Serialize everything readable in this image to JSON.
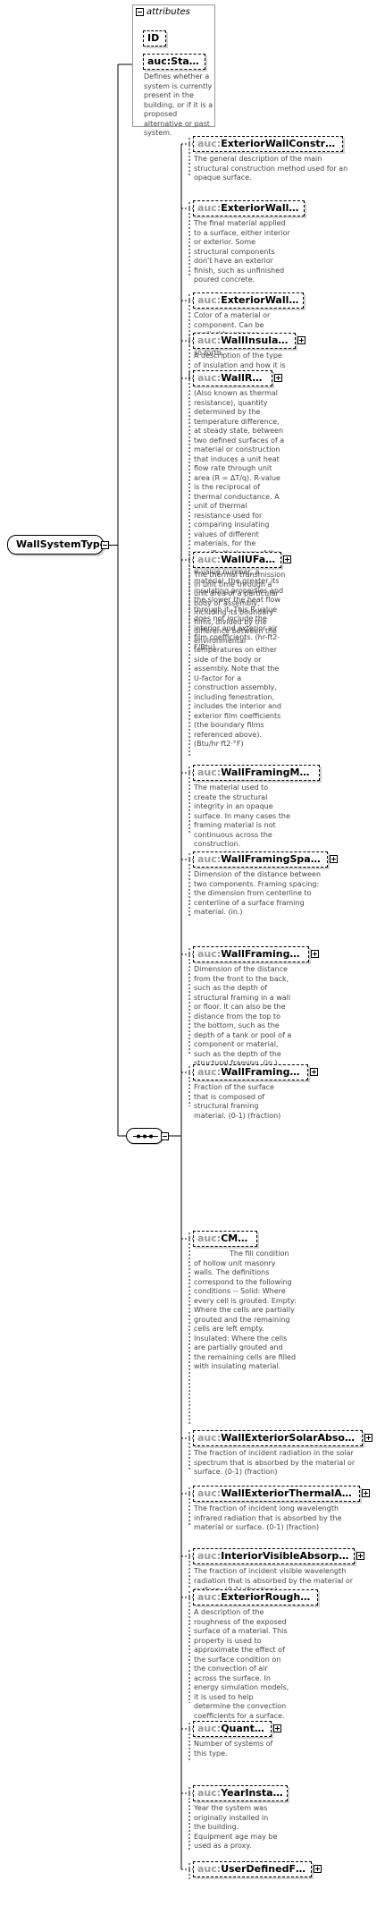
{
  "root": {
    "name": "WallSystemType"
  },
  "attributes": {
    "header": "attributes",
    "items": [
      {
        "name": "ID",
        "description": ""
      },
      {
        "name": "auc:Status",
        "description": "Defines whether a system is currently present in the building, or if it is a proposed alternative or past system."
      }
    ]
  },
  "elements": [
    {
      "prefix": "auc:",
      "name": "ExteriorWallConstruction",
      "expandable": false,
      "description": "The general description of the main structural construction method used for an opaque surface."
    },
    {
      "prefix": "auc:",
      "name": "ExteriorWallFinish",
      "expandable": false,
      "description": "The final material applied to a surface, either interior or exterior. Some structural components don't have an exterior finish, such as unfinished poured concrete."
    },
    {
      "prefix": "auc:",
      "name": "ExteriorWallColor",
      "expandable": false,
      "description": "Color of a material or component. Can be applied to opaque surfaces, materials, and so forth."
    },
    {
      "prefix": "auc:",
      "name": "WallInsulations",
      "expandable": true,
      "description": "A description of the type of insulation and how it is applied."
    },
    {
      "prefix": "auc:",
      "name": "WallRValue",
      "expandable": true,
      "description": "(Also known as thermal resistance), quantity determined by the temperature difference, at steady state, between two defined surfaces of a material or construction that induces a unit heat flow rate through unit area (R = ΔT/q). R-value is the reciprocal of thermal conductance. A unit of thermal resistance used for comparing insulating values of different materials, for the specific thickness of the material. The higher the R-value number, a material, the greater its insulating properties and the slower the heat flow through it. This R-value does not include the interior and exterior air film coefficients. (hr-ft2-F/Btu)"
    },
    {
      "prefix": "auc:",
      "name": "WallUFactor",
      "expandable": true,
      "description": "The thermal transmission in unit time through a unit area of a particular body or assembly, including its boundary films, divided by the difference between the environmental temperatures on either side of the body or assembly. Note that the U-factor for a construction assembly, including fenestration, includes the interior and exterior film coefficients (the boundary films referenced above). (Btu/hr·ft2·°F)"
    },
    {
      "prefix": "auc:",
      "name": "WallFramingMaterial",
      "expandable": false,
      "description": "The material used to create the structural integrity in an opaque surface. In many cases the framing material is not continuous across the construction."
    },
    {
      "prefix": "auc:",
      "name": "WallFramingSpacing",
      "expandable": true,
      "description": "Dimension of the distance between two components. Framing spacing: the dimension from centerline to centerline of a surface framing material. (in.)"
    },
    {
      "prefix": "auc:",
      "name": "WallFramingDepth",
      "expandable": true,
      "description": "Dimension of the distance from the front to the back, such as the depth of structural framing in a wall or floor. It can also be the distance from the top to the bottom, such as the depth of a tank or pool of a component or material, such as the depth of the structural framing. (in.)"
    },
    {
      "prefix": "auc:",
      "name": "WallFramingFactor",
      "expandable": true,
      "description": "Fraction of the surface that is composed of structural framing material. (0-1) (fraction)"
    },
    {
      "prefix": "auc:",
      "name": "CMUFill",
      "expandable": false,
      "description": "The fill condition of hollow unit masonry walls. The definitions correspond to the following conditions -- Solid: Where every cell is grouted. Empty: Where the cells are partially grouted and the remaining cells are left empty. Insulated: Where the cells are partially grouted and the remaining cells are filled with insulating material."
    },
    {
      "prefix": "auc:",
      "name": "WallExteriorSolarAbsorpta...",
      "expandable": true,
      "description": "The fraction of incident radiation in the solar spectrum that is absorbed by the material or surface. (0-1) (fraction)"
    },
    {
      "prefix": "auc:",
      "name": "WallExteriorThermalAbsor...",
      "expandable": true,
      "description": "The fraction of incident long wavelength infrared radiation that is absorbed by the material or surface. (0-1) (fraction)"
    },
    {
      "prefix": "auc:",
      "name": "InteriorVisibleAbsorptance",
      "expandable": true,
      "description": "The fraction of incident visible wavelength radiation that is absorbed by the material or surface. (0-1) (fraction)"
    },
    {
      "prefix": "auc:",
      "name": "ExteriorRoughness",
      "expandable": false,
      "description": "A description of the roughness of the exposed surface of a material. This property is used to approximate the effect of the surface condition on the convection of air across the surface. In energy simulation models, it is used to help determine the convection coefficients for a surface."
    },
    {
      "prefix": "auc:",
      "name": "Quantity",
      "expandable": true,
      "description": "Number of systems of this type."
    },
    {
      "prefix": "auc:",
      "name": "YearInstalled",
      "expandable": false,
      "description": "Year the system was originally installed in the building. Equipment age may be used as a proxy."
    },
    {
      "prefix": "auc:",
      "name": "UserDefinedFields",
      "expandable": true,
      "description": ""
    }
  ]
}
